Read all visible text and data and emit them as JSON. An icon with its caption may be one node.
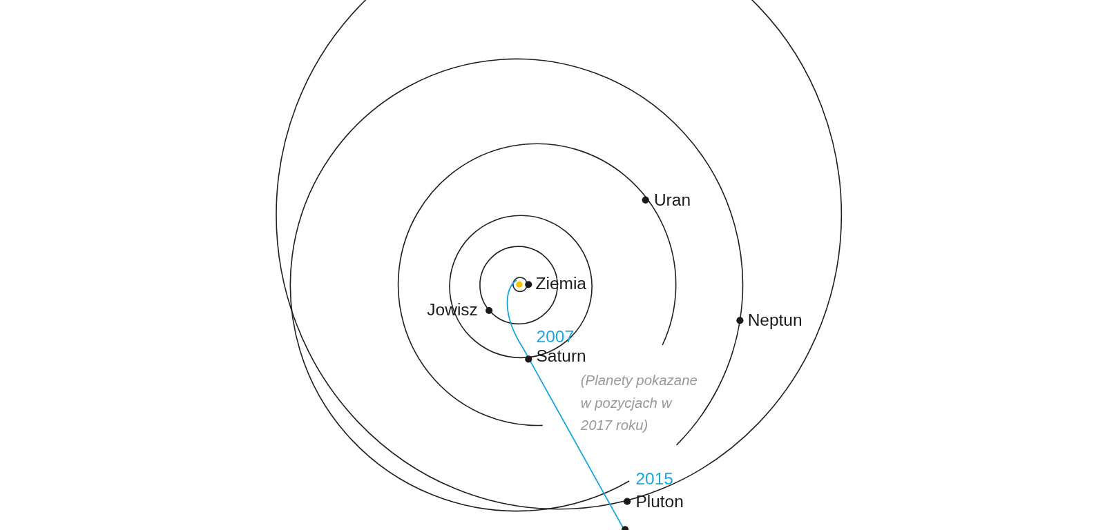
{
  "diagram": {
    "labels": [
      "Uran",
      "Ziemia",
      "Jowisz",
      "Neptun",
      "2007",
      "Saturn",
      "(Planety pokazane w pozycjach w 2017 roku)",
      "2015",
      "Pluton"
    ]
  }
}
